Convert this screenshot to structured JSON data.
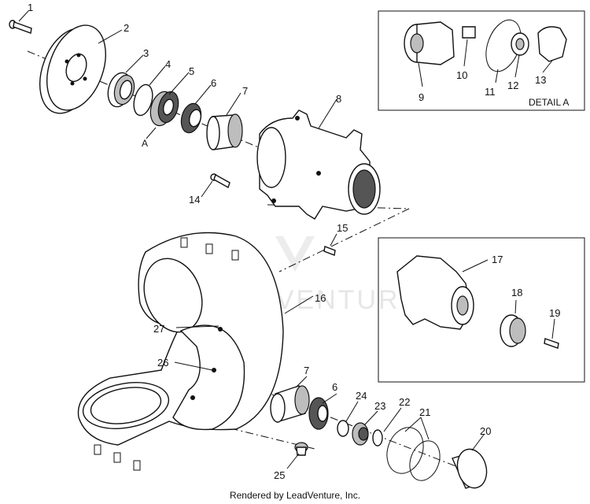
{
  "diagram": {
    "detail_label": "DETAIL A",
    "callout_a": "A",
    "watermark": "LEADVENTURE",
    "credit": "Rendered by LeadVenture, Inc.",
    "parts": [
      "1",
      "2",
      "3",
      "4",
      "5",
      "6",
      "7",
      "8",
      "9",
      "10",
      "11",
      "12",
      "13",
      "14",
      "15",
      "16",
      "17",
      "18",
      "19",
      "20",
      "21",
      "22",
      "23",
      "24",
      "25",
      "26",
      "27",
      "7",
      "6"
    ]
  }
}
